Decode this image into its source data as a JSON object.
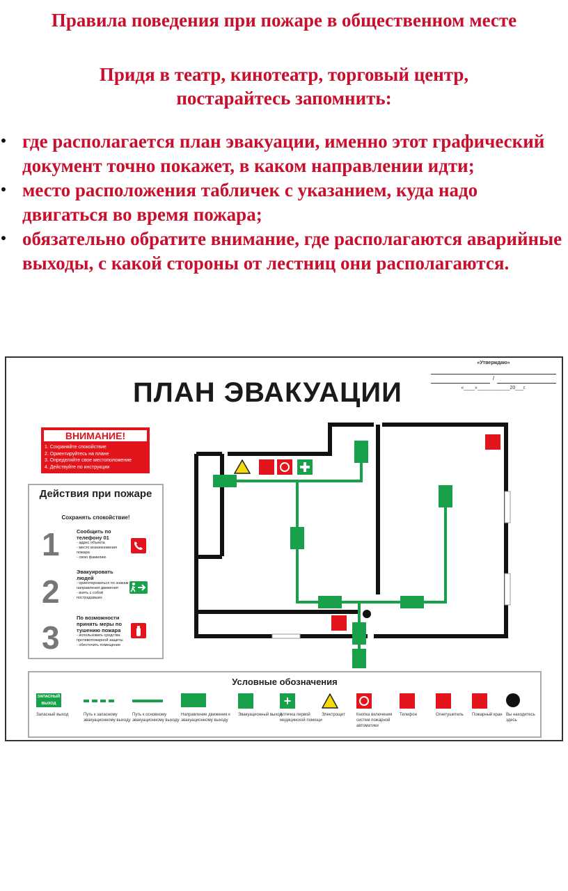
{
  "title": "Правила поведения при пожаре в общественном месте",
  "subtitle": "Придя в театр, кинотеатр, торговый центр, постарайтесь запомнить:",
  "bullets": [
    "где располагается план эвакуации, именно этот графический документ точно покажет, в каком направлении идти;",
    "место расположения табличек с указанием, куда надо двигаться во время пожара;",
    "обязательно обратите внимание, где располагаются аварийные выходы, с какой стороны от лестниц они располагаются."
  ],
  "plan": {
    "title": "ПЛАН ЭВАКУАЦИИ",
    "approve_header": "«Утверждаю»",
    "approve_date": "«____»____________20___г.",
    "attention": {
      "header": "ВНИМАНИЕ!",
      "items": [
        "1. Сохраняйте спокойствие",
        "2. Ориентируйтесь на плане",
        "3. Определяйте свое местоположение",
        "4. Действуйте по инструкции"
      ]
    },
    "actions": {
      "header": "Действия при пожаре",
      "subheader": "Сохранять спокойствие!",
      "steps": [
        {
          "num": "1",
          "title": "Сообщить по телефону 01",
          "details": [
            "- адрес объекта",
            "- место возникновения пожара",
            "- свою фамилию"
          ],
          "icon": "phone-icon"
        },
        {
          "num": "2",
          "title": "Эвакуировать людей",
          "details": [
            "- ориентироваться по знакам",
            "направления движения",
            "- взять с собой",
            "пострадавших"
          ],
          "icon": "evac-direction-icon"
        },
        {
          "num": "3",
          "title": "По возможности принять меры по тушению пожара",
          "details": [
            "- использовать средства",
            "противопожарной защиты",
            "- обесточить помещение"
          ],
          "icon": "extinguisher-icon"
        }
      ]
    },
    "legend": {
      "header": "Условные обозначения",
      "exit_sign_text": "ЗАПАСНЫЙ ВЫХОД",
      "items": [
        {
          "icon": "exit-sign-icon",
          "label": "Запасный выход"
        },
        {
          "icon": "spare-path-icon",
          "label": "Путь к запасному эвакуационному выходу"
        },
        {
          "icon": "main-path-icon",
          "label": "Путь к основному эвакуационному выходу"
        },
        {
          "icon": "evac-direction-icon",
          "label": "Направление движения к эвакуационному выходу"
        },
        {
          "icon": "evac-exit-icon",
          "label": "Эвакуационный выход"
        },
        {
          "icon": "first-aid-icon",
          "label": "Аптечка первой медицинской помощи"
        },
        {
          "icon": "electric-hazard-icon",
          "label": "Электрощит"
        },
        {
          "icon": "fire-alarm-button-icon",
          "label": "Кнопка включения систем пожарной автоматики"
        },
        {
          "icon": "phone-icon",
          "label": "Телефон"
        },
        {
          "icon": "extinguisher-icon",
          "label": "Огнетушитель"
        },
        {
          "icon": "fire-hydrant-icon",
          "label": "Пожарный кран"
        },
        {
          "icon": "you-are-here-icon",
          "label": "Вы находитесь здесь"
        }
      ]
    },
    "colors": {
      "red": "#e3141c",
      "green": "#18a14a",
      "wall": "#111111"
    }
  }
}
